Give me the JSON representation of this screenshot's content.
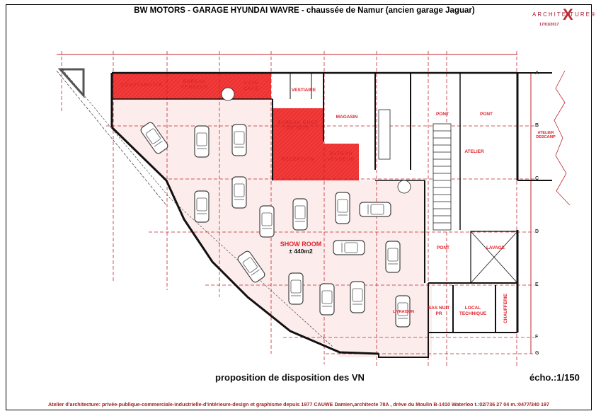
{
  "header": {
    "title": "BW MOTORS - GARAGE HYUNDAI WAVRE - chaussée de Namur (ancien garage Jaguar)",
    "logo_text": "ARCHITE  TURE®",
    "logo_x": "X",
    "date": "17/01/2017"
  },
  "plan": {
    "show_room": {
      "label": "SHOW ROOM",
      "area": "± 440m2"
    },
    "rooms": {
      "comptabilite": "COMPTABILITÉ",
      "bureau_vendeur_1": "BUREAU VENDEUR",
      "coin_cafe": "COIN CAFÉ",
      "vestiaire": "VESTIAIRE",
      "bureau_chef": "BUREAU CHEF DE SITE",
      "reception": "RÉCEPTION",
      "bureau_vendeur_2": "BUREAU VENDEUR",
      "magasin": "MAGASIN",
      "pont_1": "PONT",
      "pont_2": "PONT",
      "atelier": "ATELIER",
      "atelier_descamp": "ATELIER DESCAMP",
      "pont_3": "PONT",
      "lavage": "LAVAGE",
      "livraison": "LIVRAISON",
      "sas_nuit": "SAS NUIT PR",
      "local_technique": "LOCAL TECHNIQUE",
      "chaufferie": "CHAUFFERIE"
    },
    "axes": [
      "A",
      "B",
      "C",
      "D",
      "E",
      "F",
      "G"
    ],
    "colors": {
      "office_red": "#f23a3a",
      "showroom_pink": "#fdecec",
      "grid_red": "#c0262e",
      "wall": "#111111"
    }
  },
  "footer": {
    "subtitle": "proposition de disposition des VN",
    "scale": "écho.:1/150",
    "credits": "Atelier d'architecture: privée-publique-commerciale-industrielle-d'intérieure-design et graphisme depuis 1977 CAUWE Damien,architecte 78A , drève du Moulin B-1410 Waterloo  t.:02/736 27 04  m.:0477/340 197"
  }
}
